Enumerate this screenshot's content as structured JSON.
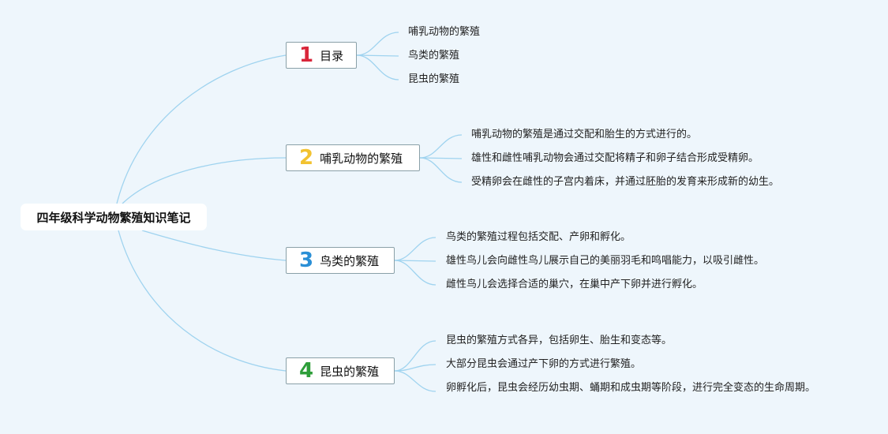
{
  "root": {
    "title": "四年级科学动物繁殖知识笔记"
  },
  "branches": [
    {
      "number": "1",
      "color": "#d9263a",
      "label": "目录",
      "items": [
        "哺乳动物的繁殖",
        "鸟类的繁殖",
        "昆虫的繁殖"
      ]
    },
    {
      "number": "2",
      "color": "#f2c230",
      "label": "哺乳动物的繁殖",
      "items": [
        "哺乳动物的繁殖是通过交配和胎生的方式进行的。",
        "雄性和雌性哺乳动物会通过交配将精子和卵子结合形成受精卵。",
        "受精卵会在雌性的子宫内着床，并通过胚胎的发育来形成新的幼生。"
      ]
    },
    {
      "number": "3",
      "color": "#2a8fd6",
      "label": "鸟类的繁殖",
      "items": [
        "鸟类的繁殖过程包括交配、产卵和孵化。",
        "雄性鸟儿会向雌性鸟儿展示自己的美丽羽毛和鸣唱能力，以吸引雌性。",
        "雌性鸟儿会选择合适的巢穴，在巢中产下卵并进行孵化。"
      ]
    },
    {
      "number": "4",
      "color": "#2e9e3a",
      "label": "昆虫的繁殖",
      "items": [
        "昆虫的繁殖方式各异，包括卵生、胎生和变态等。",
        "大部分昆虫会通过产下卵的方式进行繁殖。",
        "卵孵化后，昆虫会经历幼虫期、蛹期和成虫期等阶段，进行完全变态的生命周期。"
      ]
    }
  ],
  "colors": {
    "line": "#9fd3ef",
    "background": "#eef6fc"
  }
}
